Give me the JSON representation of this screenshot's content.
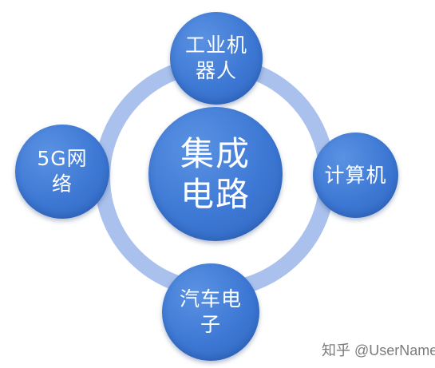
{
  "diagram": {
    "center_node": {
      "label": "集成\n电路"
    },
    "nodes": [
      {
        "id": "top",
        "label": "工业机\n器人"
      },
      {
        "id": "left",
        "label": "5G网\n络"
      },
      {
        "id": "right",
        "label": "计算机"
      },
      {
        "id": "bottom",
        "label": "汽车电\n子"
      }
    ]
  },
  "caption": "知乎 @UserName",
  "colors": {
    "node_fill": "#3d78d4",
    "ring": "#a9c1ec",
    "text": "#ffffff"
  }
}
